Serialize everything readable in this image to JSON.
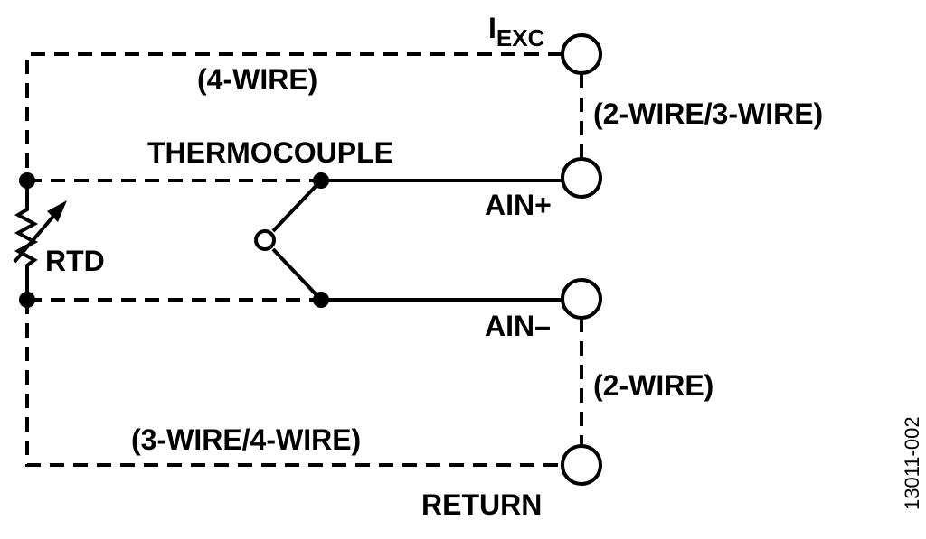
{
  "terminals": {
    "iexc_main": "I",
    "iexc_sub": "EXC",
    "ain_plus": "AIN+",
    "ain_minus": "AIN–",
    "return": "RETURN"
  },
  "wire_labels": {
    "four_wire": "(4-WIRE)",
    "two_three_wire": "(2-WIRE/3-WIRE)",
    "two_wire": "(2-WIRE)",
    "three_four_wire": "(3-WIRE/4-WIRE)"
  },
  "components": {
    "thermocouple": "THERMOCOUPLE",
    "rtd": "RTD"
  },
  "figure_id": "13011-002"
}
